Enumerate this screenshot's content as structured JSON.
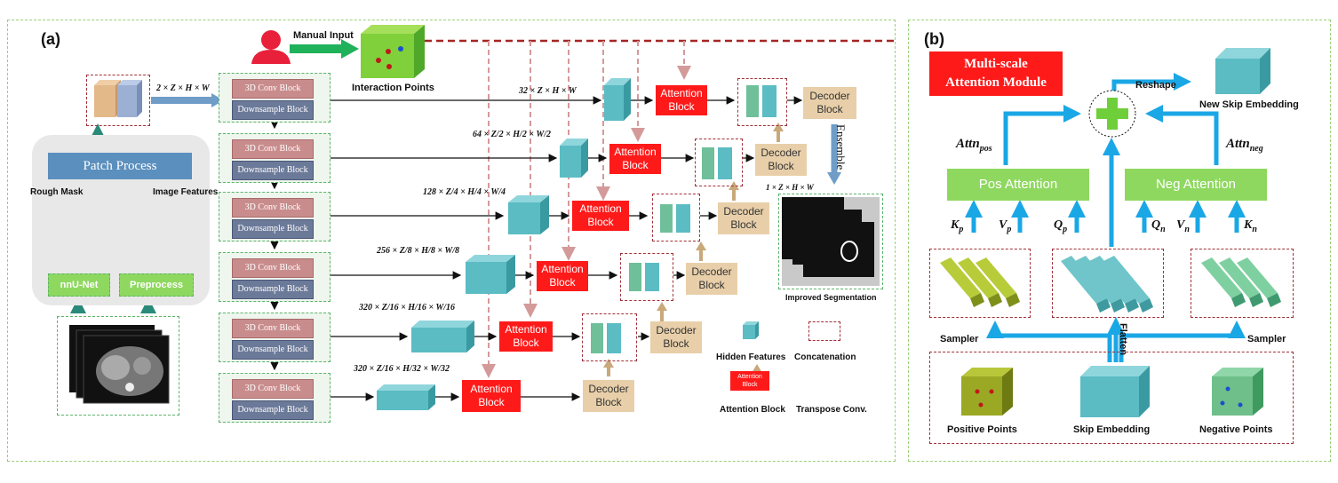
{
  "panel_a": {
    "label": "(a)",
    "manual_input": "Manual Input",
    "interaction_points": "Interaction Points",
    "patch_process": "Patch Process",
    "rough_mask": "Rough Mask",
    "image_features": "Image Features",
    "nnunet": "nnU-Net",
    "preprocess": "Preprocess",
    "conv_block": "3D Conv Block",
    "downsample_block": "Downsample Block",
    "attention_block": "Attention\nBlock",
    "decoder_block": "Decoder\nBlock",
    "ensemble": "Ensemble",
    "dims": {
      "input": "2 × Z × H × W",
      "level1": "32 × Z × H × W",
      "level2": "64 × Z/2 × H/2 × W/2",
      "level3": "128 × Z/4 × H/4 × W/4",
      "level4": "256 × Z/8 × H/8 × W/8",
      "level5": "320 × Z/16 × H/16 × W/16",
      "level6": "320 × Z/16 × H/32 × W/32",
      "output": "1 × Z × H × W"
    },
    "improved_segmentation": "Improved Segmentation",
    "legend": {
      "hidden_features": "Hidden Features",
      "concatenation": "Concatenation",
      "attention_icon": "Attention\nBlock",
      "attention_block": "Attention Block",
      "transpose_conv": "Transpose Conv."
    }
  },
  "panel_b": {
    "label": "(b)",
    "title": "Multi-scale\nAttention Module",
    "reshape": "Reshape",
    "new_skip_embedding": "New Skip Embedding",
    "attn_pos": "Attn",
    "attn_pos_sub": "pos",
    "attn_neg": "Attn",
    "attn_neg_sub": "neg",
    "pos_attention": "Pos Attention",
    "neg_attention": "Neg Attention",
    "kp": "K",
    "kp_sub": "p",
    "vp": "V",
    "vp_sub": "p",
    "qp": "Q",
    "qp_sub": "p",
    "qn": "Q",
    "qn_sub": "n",
    "vn": "V",
    "vn_sub": "n",
    "kn": "K",
    "kn_sub": "n",
    "sampler_left": "Sampler",
    "flatten": "Flatten",
    "sampler_right": "Sampler",
    "positive_points": "Positive Points",
    "skip_embedding": "Skip Embedding",
    "negative_points": "Negative Points"
  },
  "colors": {
    "attention": "#ff1a1a",
    "decoder": "#e8cfa9",
    "hidden": "#5bbcc4",
    "green_box": "#8fd860",
    "arrow_blue": "#1aa7e6",
    "patch": "#5b8fbd"
  }
}
